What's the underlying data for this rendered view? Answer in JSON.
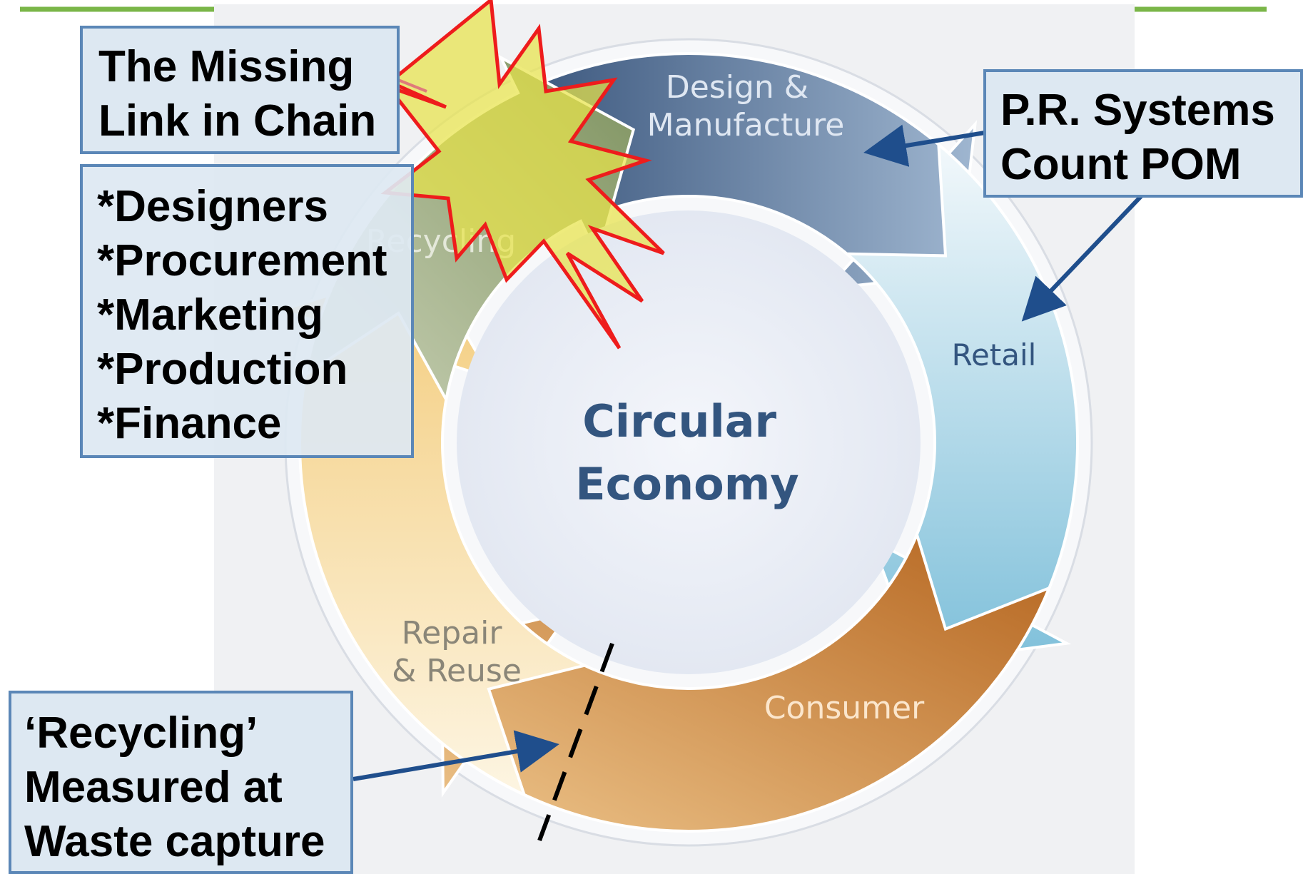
{
  "diagram": {
    "center_text": [
      "Circular",
      "Economy"
    ],
    "segments": [
      {
        "label_lines": [
          "Design &",
          "Manufacture"
        ],
        "color": "#4a678d"
      },
      {
        "label_lines": [
          "Retail"
        ],
        "color": "#8cc5dd"
      },
      {
        "label_lines": [
          "Consumer"
        ],
        "color": "#c6823c"
      },
      {
        "label_lines": [
          "Repair",
          "& Reuse"
        ],
        "color": "#f2d08a"
      },
      {
        "label_lines": [
          "Recycling"
        ],
        "color": "#a8b58c"
      }
    ]
  },
  "callouts": {
    "missing_link": [
      "The Missing",
      "Link in Chain"
    ],
    "roles": [
      "*Designers",
      "*Procurement",
      "*Marketing",
      "*Production",
      "*Finance"
    ],
    "pr_systems": [
      "P.R. Systems",
      "Count POM"
    ],
    "recycling_measured": [
      "‘Recycling’",
      "Measured at",
      "Waste capture"
    ]
  },
  "colors": {
    "accent_green": "#7ab648",
    "callout_fill": "#dde8f2",
    "callout_border": "#5b87b7",
    "arrow": "#1f4e8c",
    "burst_fill": "#e8e34a",
    "burst_stroke": "#ee1c1c"
  }
}
